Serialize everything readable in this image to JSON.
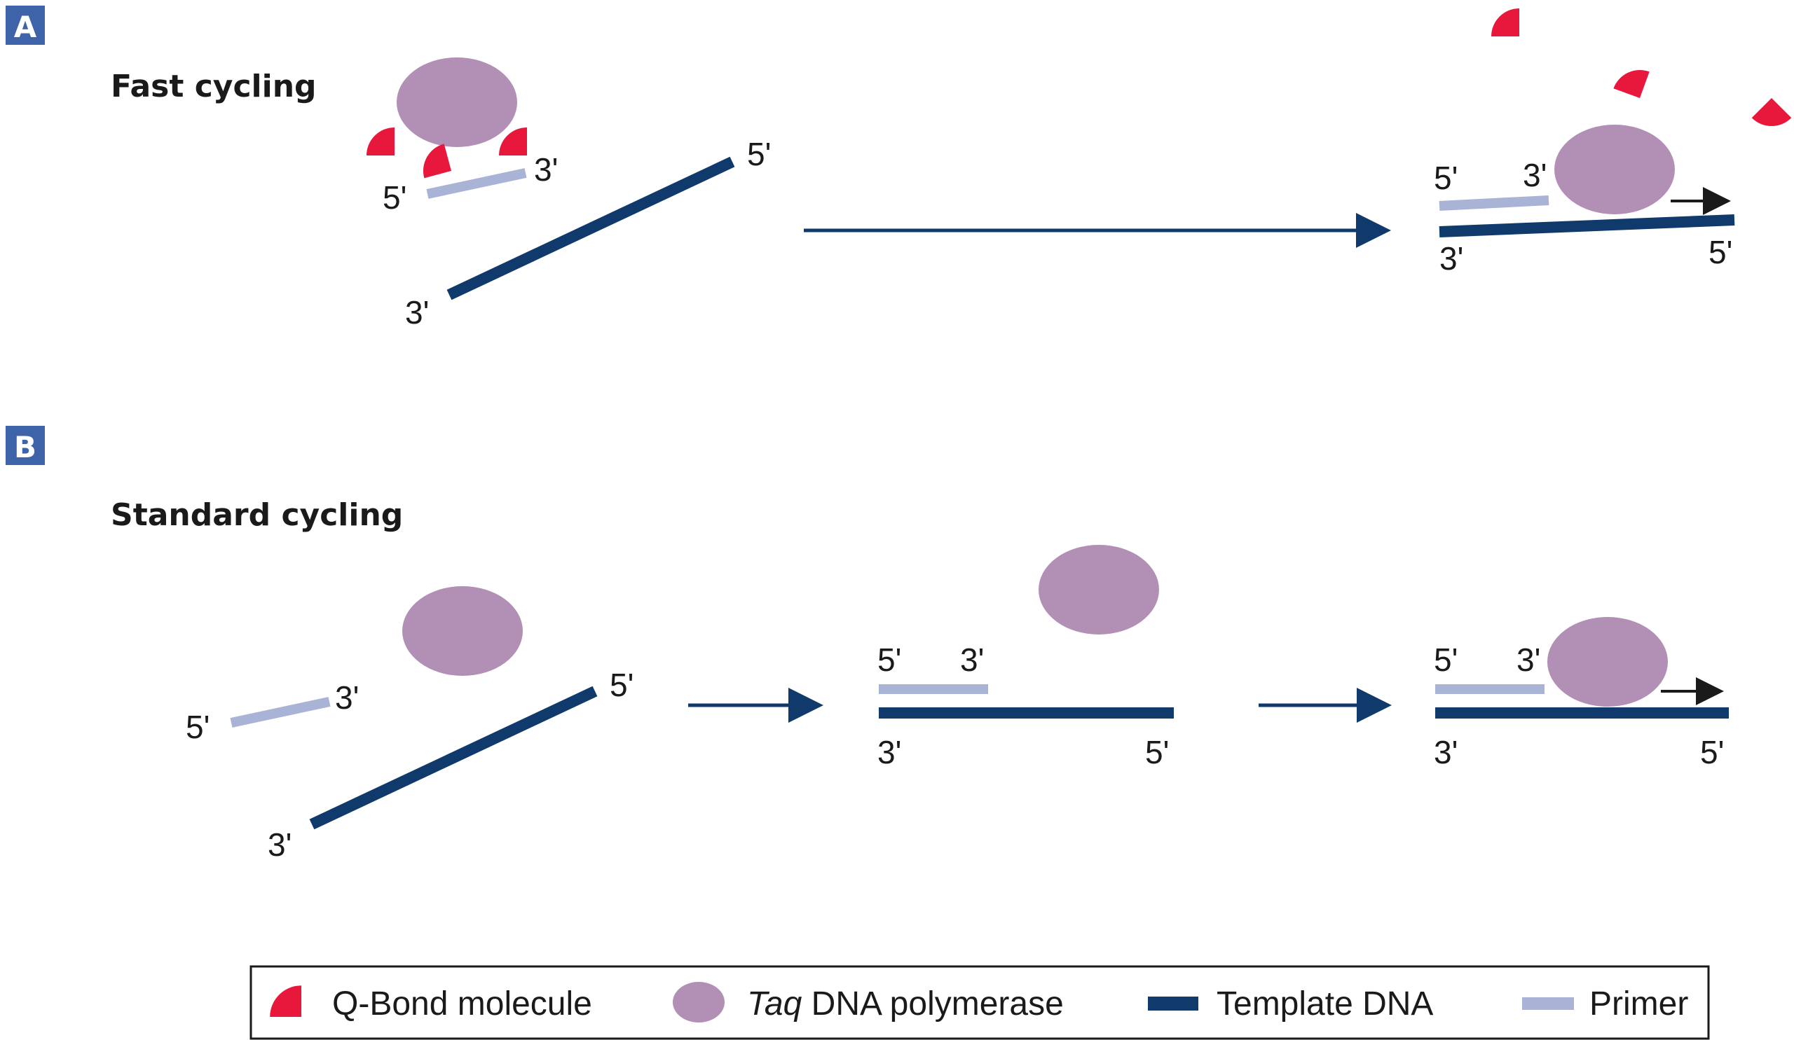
{
  "colors": {
    "qbond": "#e8173c",
    "polymerase": "#b28fb4",
    "template": "#0f3a6b",
    "primer": "#a8b3d6",
    "arrow": "#0f3a6b",
    "badge": "#3e63a8"
  },
  "panel_a": {
    "badge": "A",
    "title": "Fast cycling",
    "labels": {
      "primer_5": "5'",
      "primer_3": "3'",
      "template_5": "5'",
      "template_3": "3'",
      "result_primer_5": "5'",
      "result_primer_3": "3'",
      "result_template_3": "3'",
      "result_template_5": "5'"
    }
  },
  "panel_b": {
    "badge": "B",
    "title": "Standard cycling",
    "labels": {
      "primer_5": "5'",
      "primer_3": "3'",
      "template_5": "5'",
      "template_3": "3'",
      "mid_primer_5": "5'",
      "mid_primer_3": "3'",
      "mid_template_3": "3'",
      "mid_template_5": "5'",
      "result_primer_5": "5'",
      "result_primer_3": "3'",
      "result_template_3": "3'",
      "result_template_5": "5'"
    }
  },
  "legend": {
    "qbond": "Q-Bond molecule",
    "taq_italic": "Taq",
    "taq_rest": " DNA polymerase",
    "template": "Template DNA",
    "primer": "Primer"
  }
}
